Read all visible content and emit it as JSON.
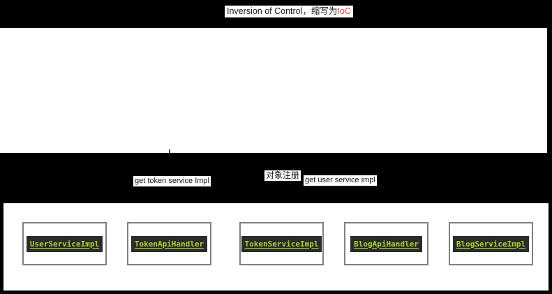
{
  "title": {
    "text": "Inversion of Control，缩写为",
    "highlight": "IoC"
  },
  "flow_labels": {
    "get_token": "get token service Impl",
    "register": "对象注册",
    "get_user": "get user service impl"
  },
  "implementations": [
    {
      "label": "UserServiceImpl"
    },
    {
      "label": "TokenApiHandler"
    },
    {
      "label": "TokenServiceImpl"
    },
    {
      "label": "BlogApiHandler"
    },
    {
      "label": "BlogServiceImpl"
    }
  ],
  "colors": {
    "page_background": "#000000",
    "panel_background": "#ffffff",
    "title_highlight": "#e8413c",
    "class_text_green": "#a6d32b",
    "class_label_background": "#2b2b2b",
    "box_border_gray": "#808080",
    "connector_gray": "#808080"
  }
}
